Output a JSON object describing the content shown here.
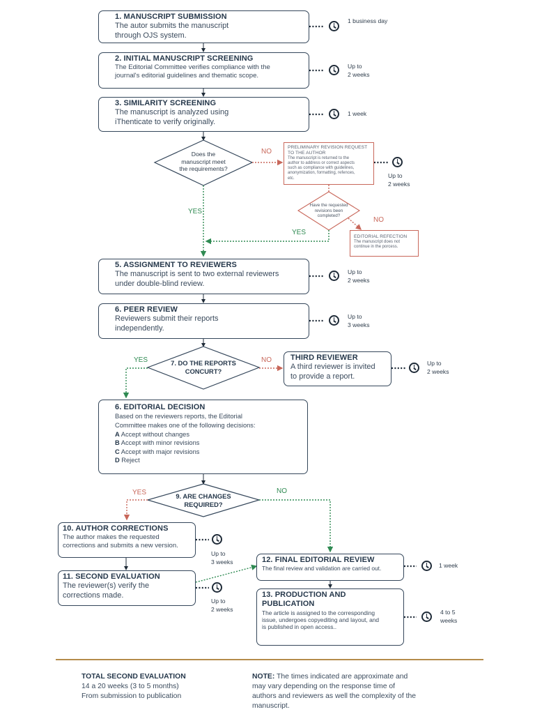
{
  "steps": {
    "s1": {
      "title": "1. MANUSCRIPT SUBMISSION",
      "desc": "The autor submits the manuscript\nthrough OJS system.",
      "time": "1 business day"
    },
    "s2": {
      "title": "2. INITIAL MANUSCRIPT SCREENING",
      "desc": "The Editorial Committee verifies compliance with the\njournal's editorial guidelines and thematic scope.",
      "time": "Up to\n2 weeks"
    },
    "s3": {
      "title": "3. SIMILARITY SCREENING",
      "desc": "The manuscript is analyzed using\niThenticate to verify originally.",
      "time": "1 week"
    },
    "s5": {
      "title": "5. ASSIGNMENT TO REVIEWERS",
      "desc": "The manuscript is sent to two external reviewers\nunder double-blind review.",
      "time": "Up to\n2 weeks"
    },
    "s6": {
      "title": "6. PEER REVIEW",
      "desc": "Reviewers submit their reports\nindependently.",
      "time": "Up to\n3 weeks"
    },
    "third": {
      "title": "THIRD REVIEWER",
      "desc": "A third reviewer is invited\nto provide a report.",
      "time": "Up to\n2 weeks"
    },
    "s6b": {
      "title": "6. EDITORIAL DECISION",
      "desc": "Based on the reviewers reports, the Editorial\nCommittee makes one of the following decisions:",
      "options": [
        {
          "letter": "A",
          "text": " Accept without changes"
        },
        {
          "letter": "B",
          "text": " Accept with minor revisions"
        },
        {
          "letter": "C",
          "text": " Accept with major revisions"
        },
        {
          "letter": "D",
          "text": " Reject"
        }
      ]
    },
    "s10": {
      "title": "10. AUTHOR CORRECTIONS",
      "desc": "The author makes the requested\ncorrections and submits a new version.",
      "time": "Up to\n3 weeks"
    },
    "s11": {
      "title": "11. SECOND EVALUATION",
      "desc": "The reviewer(s) verify the\ncorrections made.",
      "time": "Up to\n2 weeks"
    },
    "s12": {
      "title": "12. FINAL EDITORIAL REVIEW",
      "desc": "The final review and validation are carried out.",
      "time": "1 week"
    },
    "s13": {
      "title": "13. PRODUCTION AND\nPUBLICATION",
      "desc": "The article is assigned to the corresponding\nissue, undergoes copyediting and layout, and\nis published in open access..",
      "time": "4 to 5\nweeks"
    }
  },
  "decisions": {
    "d4": "Does the\nmanuscript meet\nthe requirements?",
    "d4b": "Have the requested\nrevisions been\ncompleted?",
    "d7": "7. DO THE REPORTS\nCONCURT?",
    "d9": "9. ARE CHANGES\nREQUIRED?"
  },
  "revision": {
    "title": "PRELIMINARY REVISION REQUEST\nTO THE AUTHOR",
    "desc": "The manuscript is returned to the\nauthor to address or correct aspects\nsuch as compliance with guidelines,\nanonymization, formatting, refences,\netc.",
    "time": "Up to\n2 weeks"
  },
  "rejection": {
    "title": "EDITORIAL REFECTION",
    "desc": "The manuscript does not\ncontinue in the porcess."
  },
  "labels": {
    "no": "NO",
    "yes": "YES"
  },
  "footer": {
    "total_title": "TOTAL SECOND EVALUATION",
    "total_weeks": "14 a 20 weeks (3 to 5 months)",
    "total_desc": "From submission to publication",
    "note_label": "NOTE:",
    "note_text": " The times indicated are approximate and\nmay vary depending on the response time of\nauthors and reviewers as well the complexity of the\nmanuscript."
  },
  "colors": {
    "no": "#c8675a",
    "yes": "#2f8a52",
    "line": "#1f2b38",
    "divider": "#b48b4a"
  }
}
